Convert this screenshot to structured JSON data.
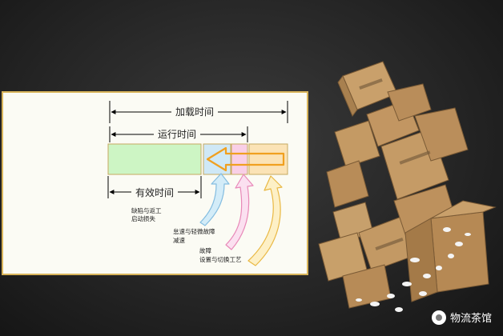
{
  "diagram": {
    "labels": {
      "loading_time": "加载时间",
      "running_time": "运行时间",
      "effective_time": "有效时间"
    },
    "annotations": {
      "defects_rework": [
        "缺陷与返工",
        "启动损失"
      ],
      "idling_stops": [
        "怠速与轻微故障",
        "减速"
      ],
      "breakdown_setup": [
        "故障",
        "设置与切换工艺"
      ]
    },
    "colors": {
      "effective": "#cdf5c4",
      "blue": "#cfe8f6",
      "pink": "#f9cfe6",
      "orange": "#fbe3b6",
      "bracket": "#000000",
      "panel_border": "#d8b45a"
    }
  },
  "watermark": {
    "text": "物流茶馆",
    "icon": "wechat-icon"
  }
}
